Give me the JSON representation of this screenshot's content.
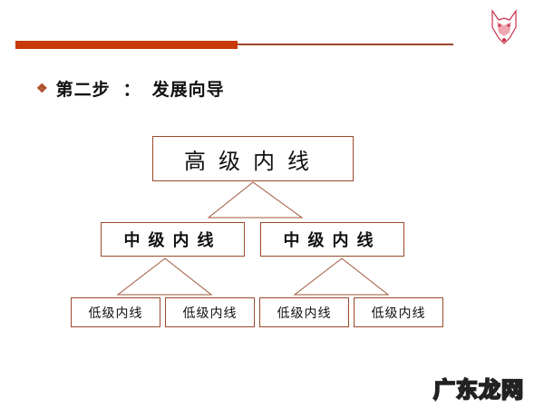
{
  "header": {
    "accent_color": "#c8390a",
    "line_color": "#a0442a",
    "logo_icon": "wolf-head-logo"
  },
  "title": {
    "bullet": "❖",
    "step": "第二步",
    "colon": "：",
    "text": "发展向导"
  },
  "tree": {
    "top": {
      "label": "高级内线"
    },
    "middle": [
      {
        "label": "中级内线"
      },
      {
        "label": "中级内线"
      }
    ],
    "bottom": [
      {
        "label": "低级内线"
      },
      {
        "label": "低级内线"
      },
      {
        "label": "低级内线"
      },
      {
        "label": "低级内线"
      }
    ],
    "border_color": "#9a4a2c"
  },
  "watermark": {
    "text": "广东龙网"
  }
}
